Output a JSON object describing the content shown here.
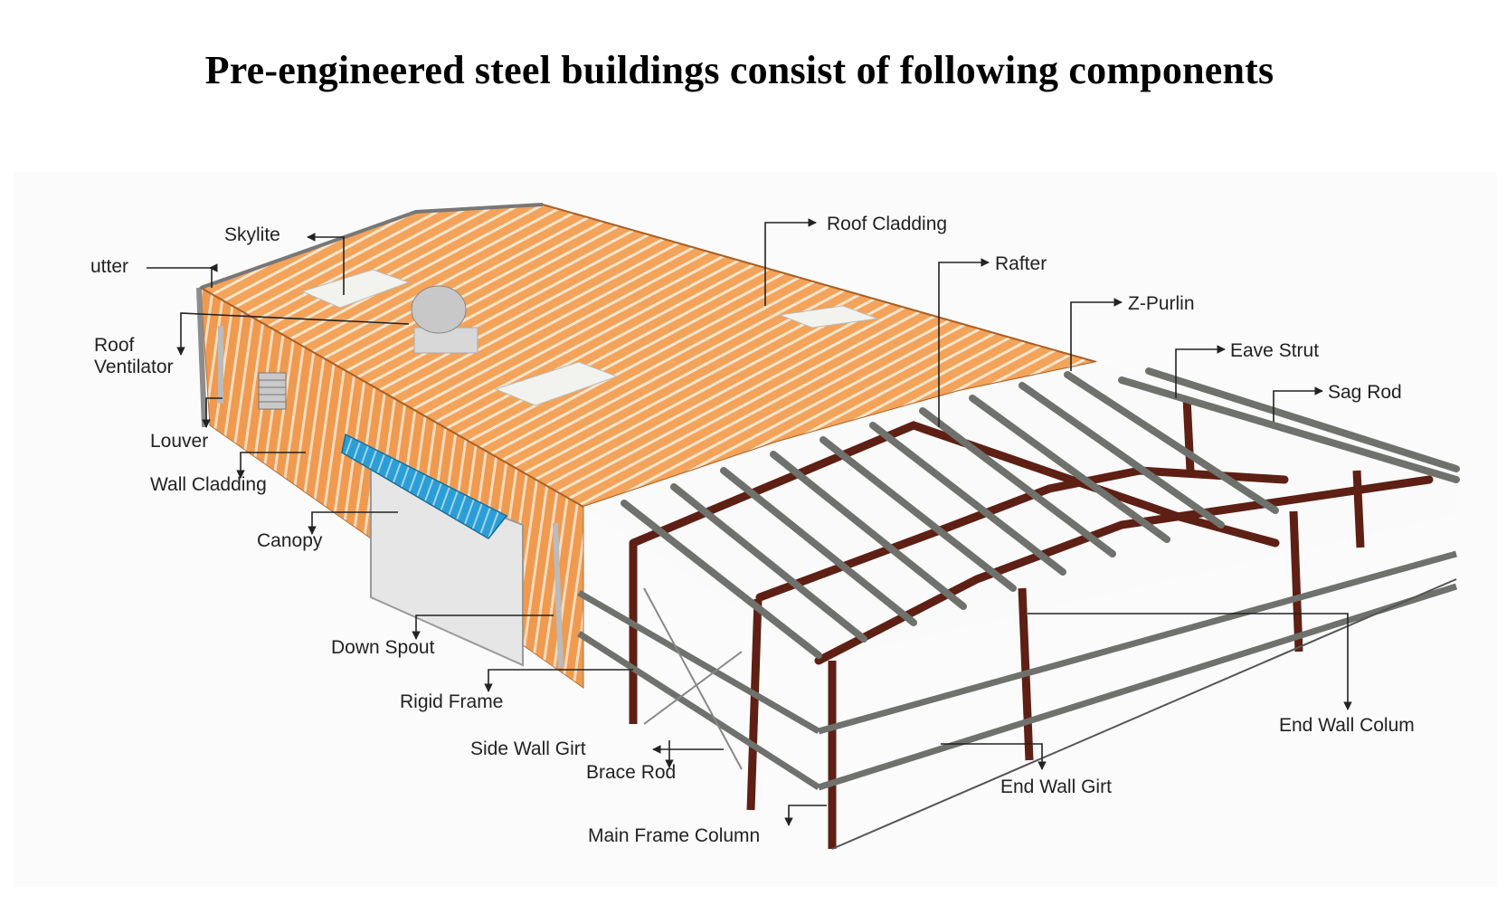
{
  "title": "Pre-engineered steel buildings consist of following components",
  "labels": {
    "gutter": "utter",
    "skylite": "Skylite",
    "roof_ventilator_1": "Roof",
    "roof_ventilator_2": "Ventilator",
    "louver": "Louver",
    "wall_cladding": "Wall Cladding",
    "canopy": "Canopy",
    "down_spout": "Down Spout",
    "rigid_frame": "Rigid Frame",
    "side_wall_girt": "Side Wall Girt",
    "brace_rod": "Brace Rod",
    "main_frame_column": "Main Frame Column",
    "roof_cladding": "Roof Cladding",
    "rafter": "Rafter",
    "z_purlin": "Z-Purlin",
    "eave_strut": "Eave Strut",
    "sag_rod": "Sag Rod",
    "end_wall_colum": "End Wall Colum",
    "end_wall_girt": "End Wall Girt"
  },
  "colors": {
    "roof": "#f3a35a",
    "roof_stripe": "#fbe6cf",
    "steel_frame": "#5e1f14",
    "purlin": "#6e716c",
    "canopy": "#2c9ed6",
    "skylight": "#f2f2ee"
  }
}
